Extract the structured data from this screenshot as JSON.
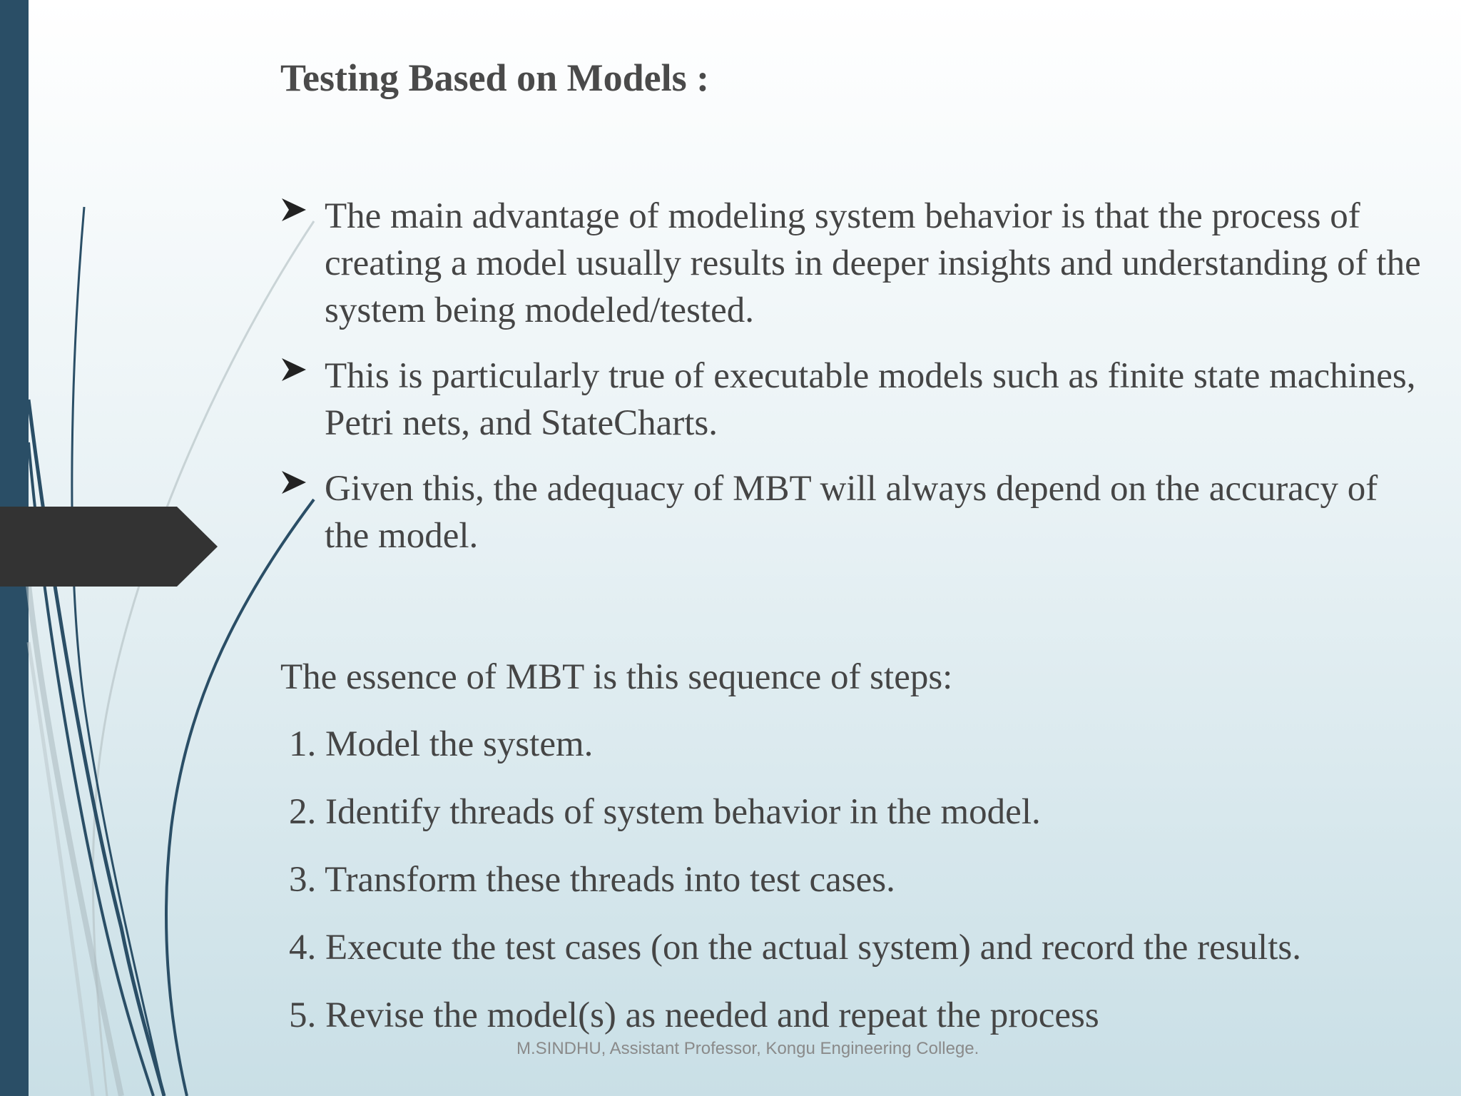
{
  "slide": {
    "title": "Testing Based on Models :",
    "bullets": [
      {
        "text": "The main advantage of modeling system behavior is that the process of creating a model usually results in deeper insights and understanding of the system being modeled/tested."
      },
      {
        "text": "This is particularly true of executable models such as finite state machines, Petri nets, and StateCharts."
      },
      {
        "text": "Given this, the adequacy of MBT will always depend on the accuracy of the model."
      }
    ],
    "essence_intro": "The essence of MBT is this sequence of steps:",
    "steps": [
      "1. Model the system.",
      "2. Identify threads of system behavior in the model.",
      "3. Transform these threads into test cases.",
      "4. Execute the test cases (on the actual system) and record the results.",
      "5. Revise the model(s) as needed and repeat the process"
    ],
    "footer": "M.SINDHU, Assistant Professor, Kongu Engineering College.",
    "bullet_icon": "arrowhead-bullet-icon",
    "colors": {
      "left_bar": "#2a4e66",
      "arrow_tab": "#333333",
      "text": "#454545",
      "title": "#4a4a4a",
      "footer": "#8a8a8a"
    }
  }
}
